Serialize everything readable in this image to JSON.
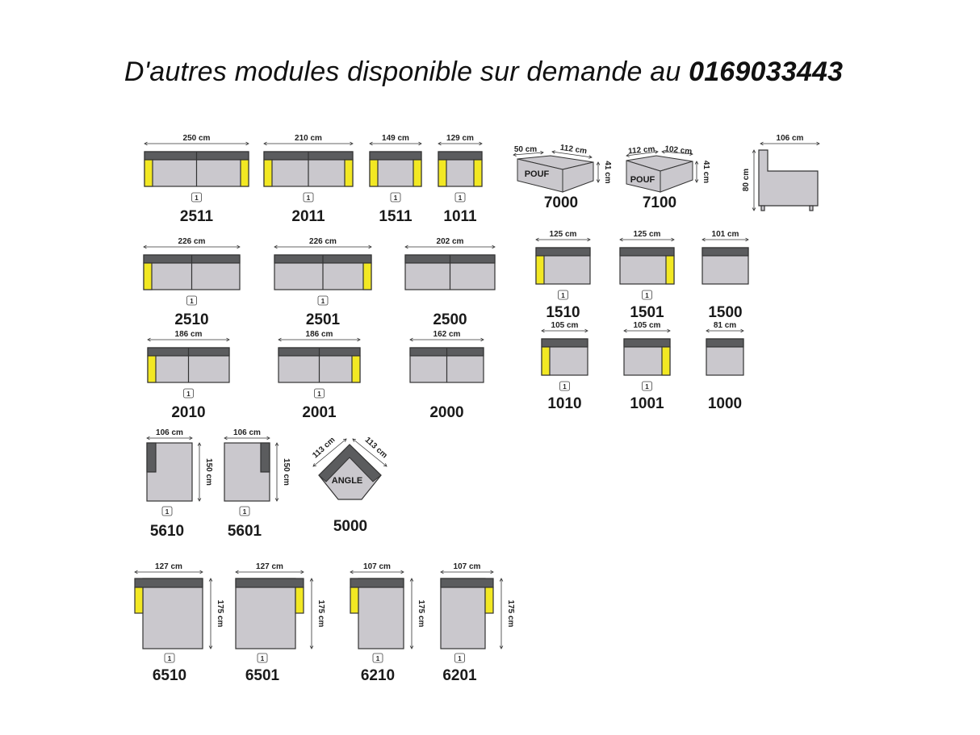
{
  "title": {
    "text": "D'autres modules disponible sur demande au ",
    "phone": "0169033443"
  },
  "colors": {
    "back": "#5b5c5e",
    "seat": "#cac8cd",
    "arm": "#f2e823",
    "outline": "#333333"
  },
  "cushion_icon": {
    "name": "cushion-icon",
    "label": "1"
  },
  "modules": [
    {
      "code": "2511",
      "type": "sofa",
      "width": "250 cm",
      "arms": "both",
      "seats": 2,
      "cushion": true
    },
    {
      "code": "2011",
      "type": "sofa",
      "width": "210 cm",
      "arms": "both",
      "seats": 2,
      "cushion": true
    },
    {
      "code": "1511",
      "type": "sofa",
      "width": "149 cm",
      "arms": "both",
      "seats": 1,
      "cushion": true
    },
    {
      "code": "1011",
      "type": "sofa",
      "width": "129 cm",
      "arms": "both",
      "seats": 1,
      "cushion": true
    },
    {
      "code": "7000",
      "type": "pouf",
      "label": "POUF",
      "width": "50 cm",
      "length": "112 cm",
      "height": "41 cm"
    },
    {
      "code": "7100",
      "type": "pouf",
      "label": "POUF",
      "width": "112 cm",
      "length": "102 cm",
      "height": "41 cm"
    },
    {
      "code": "",
      "type": "profile",
      "width": "106 cm",
      "height": "80 cm"
    },
    {
      "code": "2510",
      "type": "sofa",
      "width": "226 cm",
      "arms": "left",
      "seats": 2,
      "cushion": true
    },
    {
      "code": "2501",
      "type": "sofa",
      "width": "226 cm",
      "arms": "right",
      "seats": 2,
      "cushion": true
    },
    {
      "code": "2500",
      "type": "sofa",
      "width": "202 cm",
      "arms": "none",
      "seats": 2,
      "cushion": false
    },
    {
      "code": "1510",
      "type": "sofa",
      "width": "125 cm",
      "arms": "left",
      "seats": 1,
      "cushion": true
    },
    {
      "code": "1501",
      "type": "sofa",
      "width": "125 cm",
      "arms": "right",
      "seats": 1,
      "cushion": true
    },
    {
      "code": "1500",
      "type": "sofa",
      "width": "101 cm",
      "arms": "none",
      "seats": 1,
      "cushion": false
    },
    {
      "code": "2010",
      "type": "sofa",
      "width": "186 cm",
      "arms": "left",
      "seats": 2,
      "cushion": true
    },
    {
      "code": "2001",
      "type": "sofa",
      "width": "186 cm",
      "arms": "right",
      "seats": 2,
      "cushion": true
    },
    {
      "code": "2000",
      "type": "sofa",
      "width": "162 cm",
      "arms": "none",
      "seats": 2,
      "cushion": false
    },
    {
      "code": "1010",
      "type": "sofa",
      "width": "105 cm",
      "arms": "left",
      "seats": 1,
      "cushion": true
    },
    {
      "code": "1001",
      "type": "sofa",
      "width": "105 cm",
      "arms": "right",
      "seats": 1,
      "cushion": true
    },
    {
      "code": "1000",
      "type": "sofa",
      "width": "81 cm",
      "arms": "none",
      "seats": 1,
      "cushion": false
    },
    {
      "code": "5610",
      "type": "meridienne",
      "width": "106 cm",
      "depth": "150 cm",
      "arms": "left",
      "cushion": true
    },
    {
      "code": "5601",
      "type": "meridienne",
      "width": "106 cm",
      "depth": "150 cm",
      "arms": "right",
      "cushion": true
    },
    {
      "code": "5000",
      "type": "angle",
      "label": "ANGLE",
      "side_a": "113 cm",
      "side_b": "113 cm"
    },
    {
      "code": "6510",
      "type": "chaise",
      "width": "127 cm",
      "depth": "175 cm",
      "arms": "left",
      "cushion": true
    },
    {
      "code": "6501",
      "type": "chaise",
      "width": "127 cm",
      "depth": "175 cm",
      "arms": "right",
      "cushion": true
    },
    {
      "code": "6210",
      "type": "chaise",
      "width": "107 cm",
      "depth": "175 cm",
      "arms": "left",
      "cushion": true
    },
    {
      "code": "6201",
      "type": "chaise",
      "width": "107 cm",
      "depth": "175 cm",
      "arms": "right",
      "cushion": true
    }
  ]
}
